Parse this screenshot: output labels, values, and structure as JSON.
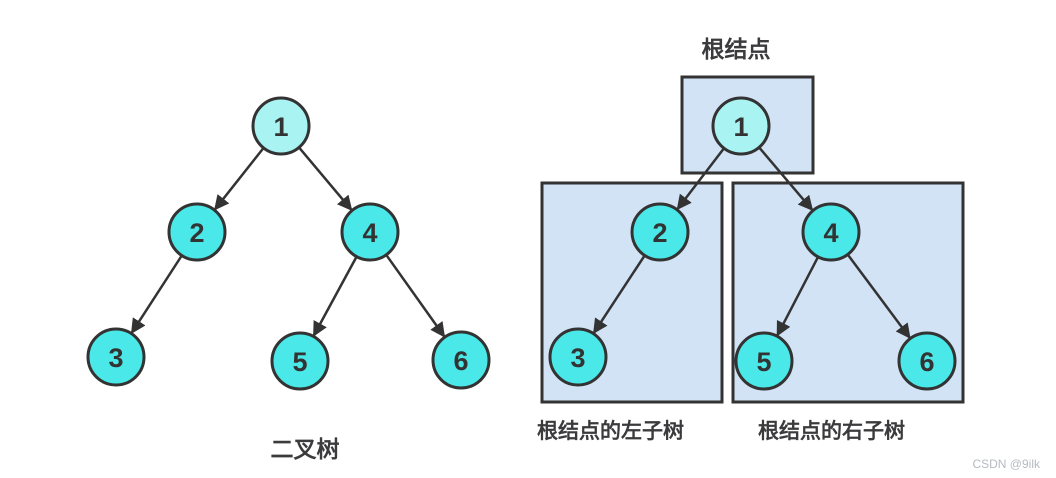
{
  "left_tree": {
    "caption": "二叉树",
    "nodes": {
      "n1": "1",
      "n2": "2",
      "n3": "3",
      "n4": "4",
      "n5": "5",
      "n6": "6"
    },
    "edges": [
      "1→2",
      "1→4",
      "2→3",
      "4→5",
      "4→6"
    ]
  },
  "right_tree": {
    "root_label": "根结点",
    "left_subtree_label": "根结点的左子树",
    "right_subtree_label": "根结点的右子树",
    "nodes": {
      "n1": "1",
      "n2": "2",
      "n3": "3",
      "n4": "4",
      "n5": "5",
      "n6": "6"
    },
    "edges": [
      "1→2",
      "1→4",
      "2→3",
      "4→5",
      "4→6"
    ]
  },
  "watermark": "CSDN @9ilk",
  "colors": {
    "node_fill": "#4ae8e8",
    "root_node_fill": "#a9f4f2",
    "subtree_box_fill": "#d2e3f6",
    "outline": "#333333",
    "label_text": "#3b3b3d",
    "watermark_text": "#b6bac0",
    "background": "#ffffff"
  }
}
